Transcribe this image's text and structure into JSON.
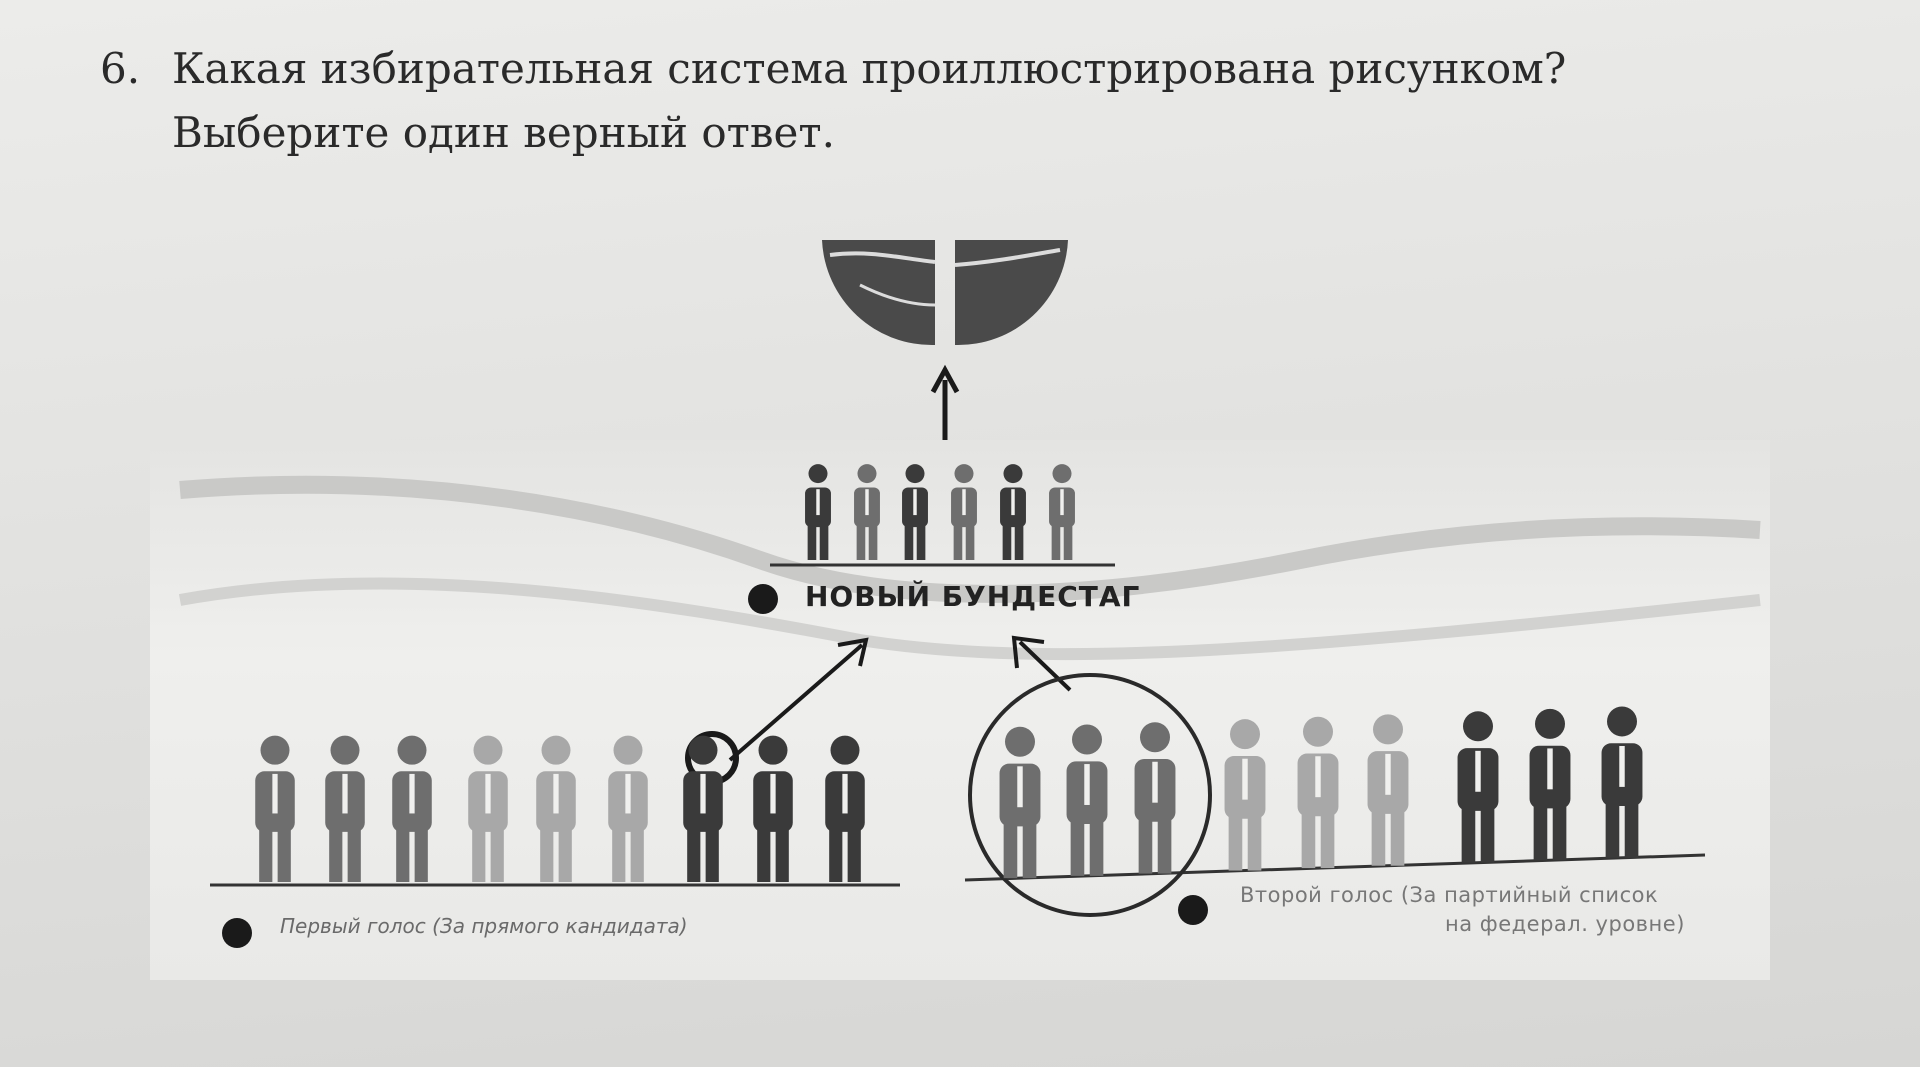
{
  "question": {
    "number": "6.",
    "text": "Какая избирательная система проиллюстрирована рисунком?",
    "instruction": "Выберите один верный ответ."
  },
  "figure": {
    "parliament_label": "НОВЫЙ БУНДЕСТАГ",
    "first_vote_label": "Первый голос (За прямого кандидата)",
    "second_vote_label_line1": "Второй голос (За партийный список",
    "second_vote_label_line2": "на федерал. уровне)",
    "colors": {
      "dark": "#3a3a3a",
      "medium": "#6e6e6e",
      "light": "#a8a8a8"
    }
  }
}
